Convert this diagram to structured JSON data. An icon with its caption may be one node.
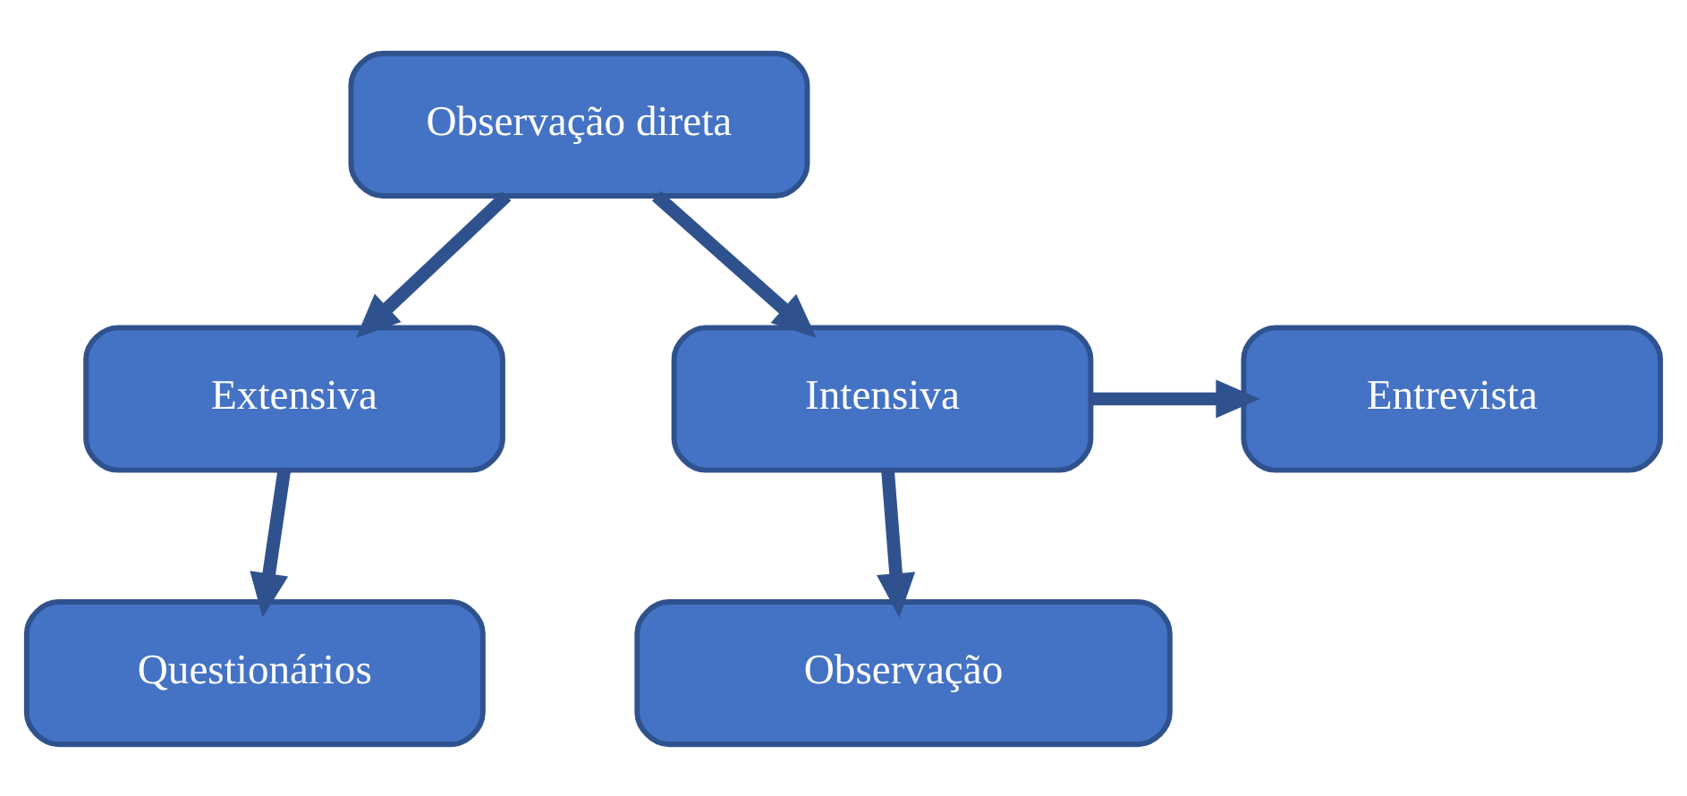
{
  "diagram": {
    "nodes": [
      {
        "text": [
          "Observação direta"
        ]
      },
      {
        "text": [
          "Extensiva"
        ]
      },
      {
        "text": [
          "Intensiva"
        ]
      },
      {
        "text": [
          "Entrevista"
        ]
      },
      {
        "text": [
          "Questionários"
        ]
      },
      {
        "text": [
          "Observação"
        ]
      }
    ],
    "edges": [
      {
        "from": 0,
        "to": 1,
        "arrow": "to"
      },
      {
        "from": 0,
        "to": 2,
        "arrow": "to"
      },
      {
        "from": 2,
        "to": 3,
        "arrow": "to"
      },
      {
        "from": 1,
        "to": 4,
        "arrow": "to"
      },
      {
        "from": 2,
        "to": 5,
        "arrow": "to"
      }
    ]
  }
}
